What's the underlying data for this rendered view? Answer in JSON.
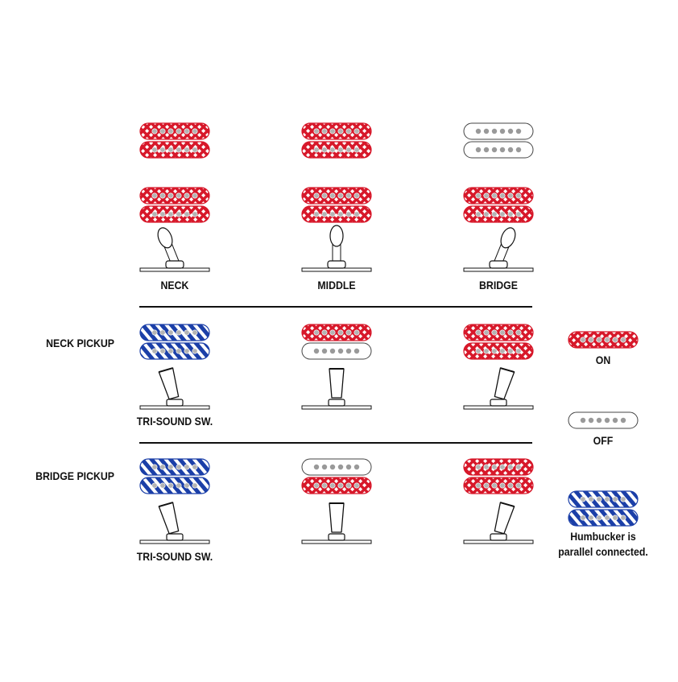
{
  "colors": {
    "on": "#d7182a",
    "parallel": "#1b3fa8",
    "off_pole": "#999999",
    "line": "#111111"
  },
  "columns": [
    {
      "label": "NECK"
    },
    {
      "label": "MIDDLE"
    },
    {
      "label": "BRIDGE"
    }
  ],
  "rows": [
    {
      "label": "",
      "switch_label": "",
      "positions": [
        {
          "neck": "on",
          "bridge": "on",
          "lever": "left"
        },
        {
          "neck": "on",
          "bridge": "on",
          "lever": "center"
        },
        {
          "neck": "off",
          "bridge": "on",
          "lever": "right"
        }
      ]
    },
    {
      "label": "NECK PICKUP",
      "switch_label": "TRI-SOUND SW.",
      "positions": [
        {
          "pickup": "parallel",
          "lever": "left"
        },
        {
          "pickup": "on-off",
          "lever": "center"
        },
        {
          "pickup": "on",
          "lever": "right"
        }
      ]
    },
    {
      "label": "BRIDGE PICKUP",
      "switch_label": "TRI-SOUND SW.",
      "positions": [
        {
          "pickup": "parallel",
          "lever": "left"
        },
        {
          "pickup": "off-on",
          "lever": "center"
        },
        {
          "pickup": "on",
          "lever": "right"
        }
      ]
    }
  ],
  "legend": {
    "on": "ON",
    "off": "OFF",
    "parallel_line1": "Humbucker is",
    "parallel_line2": "parallel connected."
  }
}
